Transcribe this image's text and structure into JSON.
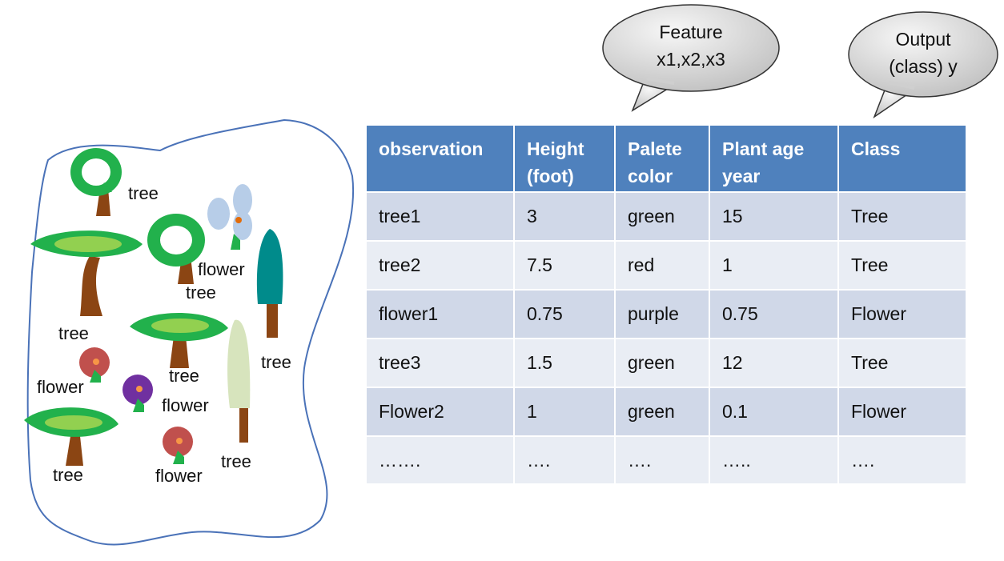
{
  "bubbles": {
    "feature": {
      "line1": "Feature",
      "line2": "x1,x2,x3"
    },
    "output": {
      "line1": "Output",
      "line2": "(class) y"
    }
  },
  "scene_labels": [
    "tree",
    "flower",
    "tree",
    "tree",
    "tree",
    "tree",
    "flower",
    "flower",
    "tree",
    "tree",
    "flower"
  ],
  "table": {
    "headers": [
      {
        "line1": "observation",
        "line2": ""
      },
      {
        "line1": "Height",
        "line2": "(foot)"
      },
      {
        "line1": "Palete",
        "line2": "color"
      },
      {
        "line1": "Plant age",
        "line2": "year"
      },
      {
        "line1": "Class",
        "line2": ""
      }
    ],
    "rows": [
      [
        "tree1",
        "3",
        "green",
        "15",
        "Tree"
      ],
      [
        "tree2",
        "7.5",
        "red",
        "1",
        "Tree"
      ],
      [
        "flower1",
        "0.75",
        "purple",
        "0.75",
        "Flower"
      ],
      [
        "tree3",
        "1.5",
        "green",
        "12",
        "Tree"
      ],
      [
        "Flower2",
        "1",
        "green",
        "0.1",
        "Flower"
      ],
      [
        "…….",
        "….",
        "….",
        "…..",
        "…."
      ]
    ]
  },
  "colors": {
    "header_bg": "#4f81bd",
    "row_odd": "#d0d8e8",
    "row_even": "#e9edf4",
    "blob_outline": "#4a72b8",
    "bubble_fill": "#d9d9d9"
  }
}
